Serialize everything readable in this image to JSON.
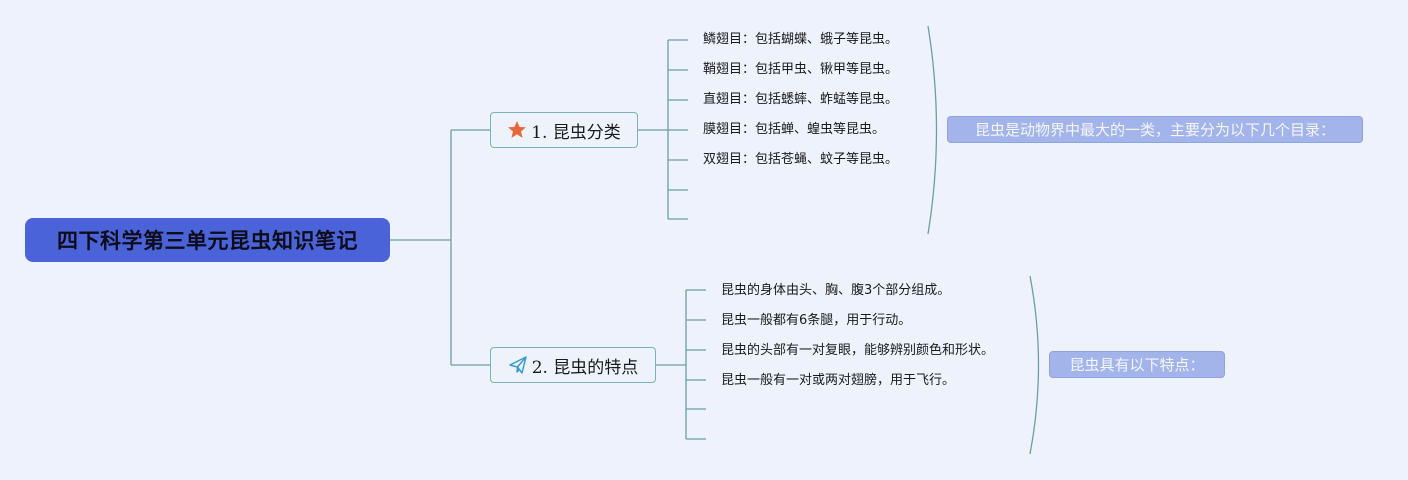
{
  "root": {
    "title": "四下科学第三单元昆虫知识笔记"
  },
  "branches": [
    {
      "label": "1. 昆虫分类",
      "icon": "star-icon",
      "icon_color": "#e8673a",
      "items": [
        "鳞翅目：包括蝴蝶、蛾子等昆虫。",
        "鞘翅目：包括甲虫、锹甲等昆虫。",
        "直翅目：包括蟋蟀、蚱蜢等昆虫。",
        "膜翅目：包括蝉、蝗虫等昆虫。",
        "双翅目：包括苍蝇、蚊子等昆虫。"
      ],
      "summary": "昆虫是动物界中最大的一类，主要分为以下几个目录："
    },
    {
      "label": "2. 昆虫的特点",
      "icon": "paper-plane-icon",
      "icon_color": "#3b9bd4",
      "items": [
        "昆虫的身体由头、胸、腹3个部分组成。",
        "昆虫一般都有6条腿，用于行动。",
        "昆虫的头部有一对复眼，能够辨别颜色和形状。",
        "昆虫一般有一对或两对翅膀，用于飞行。"
      ],
      "summary": "昆虫具有以下特点："
    }
  ],
  "colors": {
    "root_bg": "#4a63d8",
    "connector": "#6a9fa5",
    "summary_bg": "#a3b4ea"
  }
}
